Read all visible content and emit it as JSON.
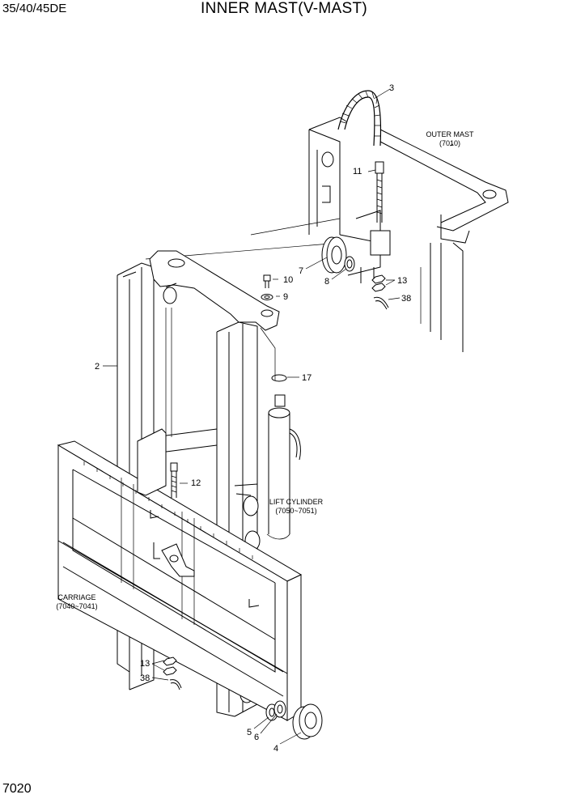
{
  "header": {
    "model": "35/40/45DE",
    "title": "INNER MAST(V-MAST)"
  },
  "footer": {
    "page_number": "7020"
  },
  "callouts": {
    "c2": "2",
    "c3": "3",
    "c4": "4",
    "c5": "5",
    "c6": "6",
    "c7": "7",
    "c8": "8",
    "c9": "9",
    "c10": "10",
    "c11": "11",
    "c12": "12",
    "c13a": "13",
    "c13b": "13",
    "c17": "17",
    "c38a": "38",
    "c38b": "38"
  },
  "references": {
    "outer_mast_name": "OUTER MAST",
    "outer_mast_ref": "(7010)",
    "lift_cylinder_name": "LIFT CYLINDER",
    "lift_cylinder_ref": "(7050~7051)",
    "carriage_name": "CARRIAGE",
    "carriage_ref": "(7040~7041)"
  }
}
